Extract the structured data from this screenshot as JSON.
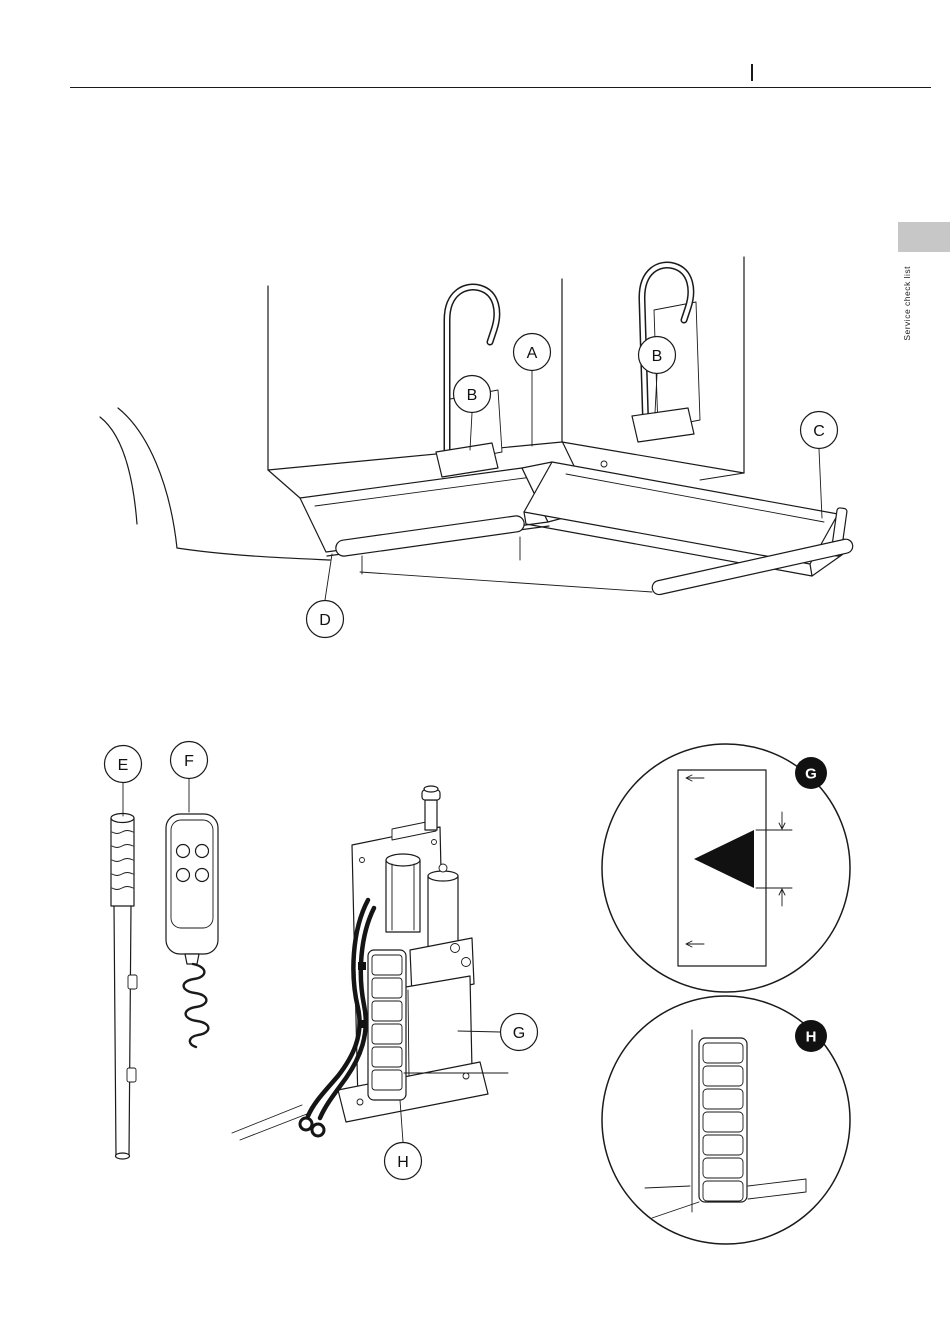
{
  "side_tab": {
    "label": "Service check list"
  },
  "callouts": {
    "a": "A",
    "b_left": "B",
    "b_right": "B",
    "c": "C",
    "d": "D",
    "e": "E",
    "f": "F",
    "g_pump": "G",
    "h_pump": "H",
    "g_detail": "G",
    "h_detail": "H"
  },
  "colors": {
    "ink": "#1a1a1a",
    "tab_gray": "#c7c7c7",
    "badge_black": "#111111"
  }
}
